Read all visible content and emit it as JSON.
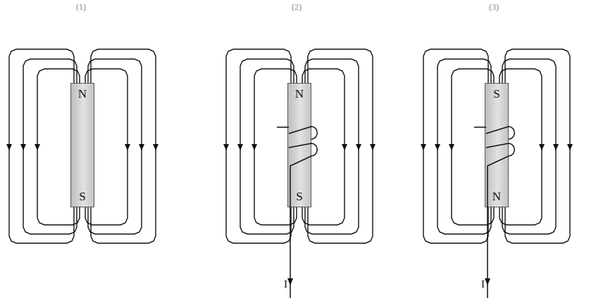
{
  "diagram": {
    "nodes": [
      {
        "text": [
          "N",
          "S"
        ]
      },
      {
        "text": [
          "N",
          "S"
        ]
      },
      {
        "text": [
          "S",
          "N"
        ]
      }
    ],
    "labels": [
      "(1)",
      "(2)",
      "(3)",
      "I",
      "I"
    ]
  }
}
